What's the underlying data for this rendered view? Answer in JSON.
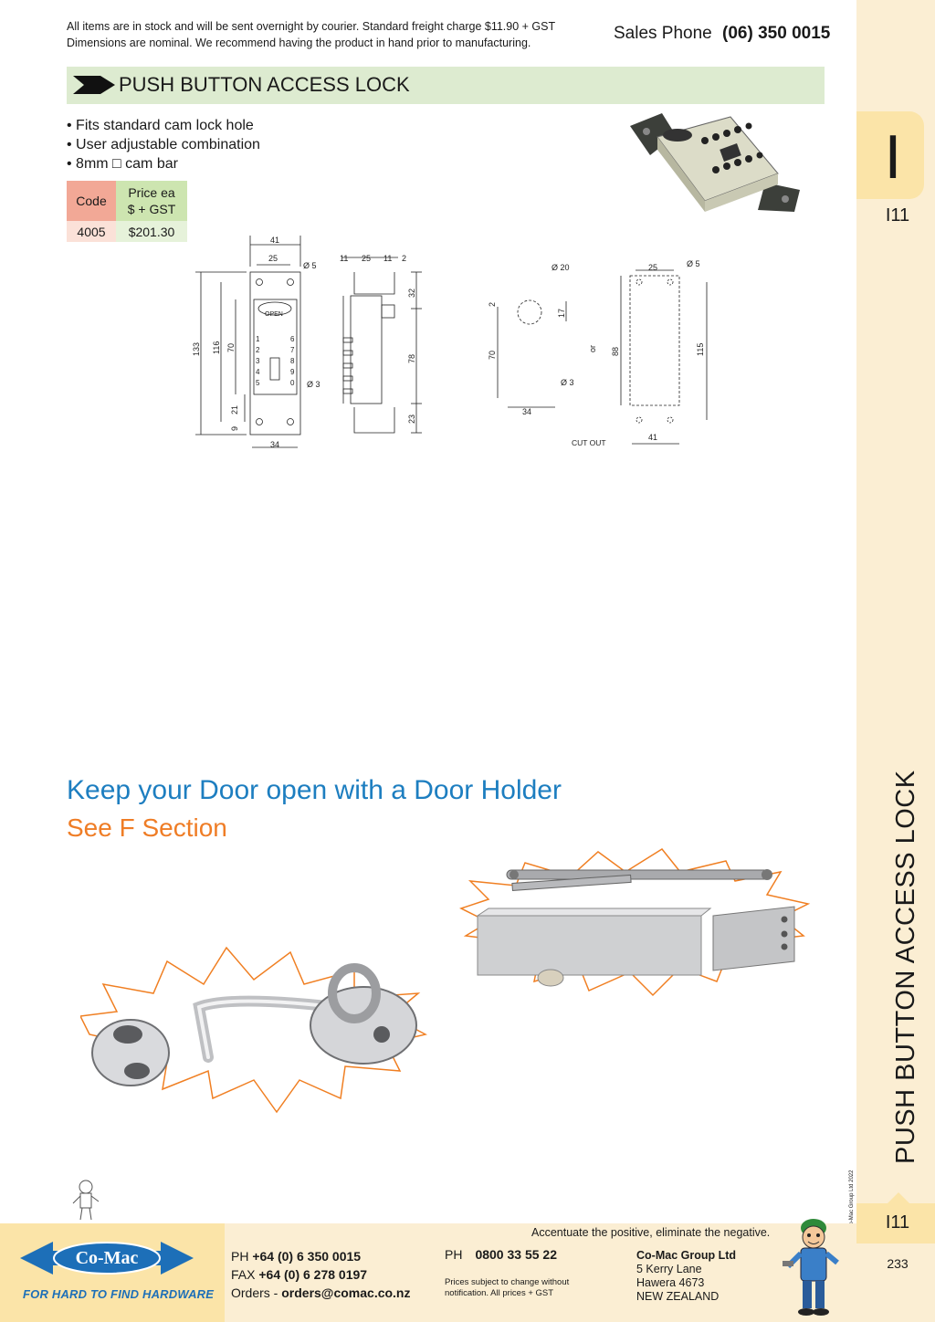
{
  "header": {
    "note_line1": "All items are in stock and will be sent overnight by courier. Standard freight charge $11.90 + GST",
    "note_line2": "Dimensions are nominal. We recommend having the product in hand prior to manufacturing.",
    "sales_label": "Sales Phone",
    "sales_number": "(06) 350 0015"
  },
  "product": {
    "title": "PUSH BUTTON ACCESS LOCK",
    "features": [
      "Fits standard cam lock hole",
      "User adjustable combination",
      "8mm □ cam bar"
    ],
    "table": {
      "headers": [
        "Code",
        "Price ea",
        "$ + GST"
      ],
      "rows": [
        {
          "code": "4005",
          "price": "$201.30"
        }
      ]
    }
  },
  "drawing": {
    "labels": [
      "41",
      "25",
      "Ø 5",
      "133",
      "116",
      "70",
      "21",
      "9",
      "Ø 3",
      "34",
      "OPEN",
      "1",
      "2",
      "3",
      "4",
      "5",
      "6",
      "7",
      "8",
      "9",
      "0",
      "11",
      "25",
      "11",
      "2",
      "32",
      "78",
      "23",
      "Ø 20",
      "2",
      "17",
      "70",
      "Ø 3",
      "34",
      "or",
      "25",
      "Ø 5",
      "88",
      "115",
      "41",
      "CUT OUT"
    ]
  },
  "promo": {
    "title": "Keep your Door open with a Door Holder",
    "subtitle": "See F Section"
  },
  "side": {
    "section_letter": "I",
    "code_top": "I11",
    "vertical_title": "PUSH BUTTON ACCESS LOCK",
    "copyright": "© Co-Mac Group Ltd 2022",
    "code_bottom": "I11",
    "page_number": "233"
  },
  "footer": {
    "motto": "Accentuate the positive, eliminate the negative.",
    "logo_text": "Co-Mac",
    "tagline": "FOR HARD TO FIND HARDWARE",
    "ph_label": "PH",
    "ph_number": "+64 (0) 6 350 0015",
    "fax_label": "FAX",
    "fax_number": "+64 (0) 6 278 0197",
    "orders_label": "Orders -",
    "orders_email": "orders@comac.co.nz",
    "freephone_label": "PH",
    "freephone_number": "0800 33 55 22",
    "disclaimer": "Prices subject to change without notification. All prices + GST",
    "address": [
      "Co-Mac Group Ltd",
      "5 Kerry Lane",
      "Hawera 4673",
      "NEW ZEALAND"
    ]
  },
  "colors": {
    "title_bar": "#ddebd0",
    "side_strip": "#fbeed3",
    "tab": "#fbe4a8",
    "promo_blue": "#1d7ec0",
    "promo_orange": "#ef7d26",
    "logo_blue": "#1d6fb8"
  }
}
